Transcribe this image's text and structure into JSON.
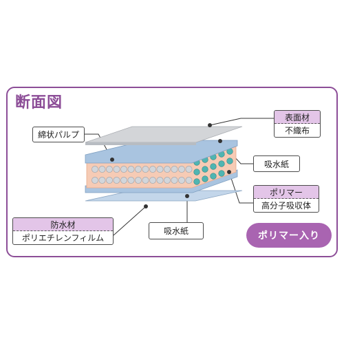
{
  "title": "断面図",
  "labels": {
    "pulp": "綿状パルプ",
    "surface_header": "表面材",
    "surface_sub": "不織布",
    "absorbent_paper_right": "吸水紙",
    "polymer_header": "ポリマー",
    "polymer_sub": "高分子吸収体",
    "waterproof_header": "防水材",
    "waterproof_sub": "ポリエチレンフィルム",
    "absorbent_paper_bottom": "吸水紙"
  },
  "badge": "ポリマー入り",
  "colors": {
    "accent": "#8c4d97",
    "label_header_bg": "#e3c5e8",
    "badge_bg": "#a964b1",
    "top_sheet": "#d3d5d8",
    "blue_sheet": "#a9c4e0",
    "pulp_layer": "#f6cbb5",
    "bottom_sheet": "#c3d6ea"
  }
}
